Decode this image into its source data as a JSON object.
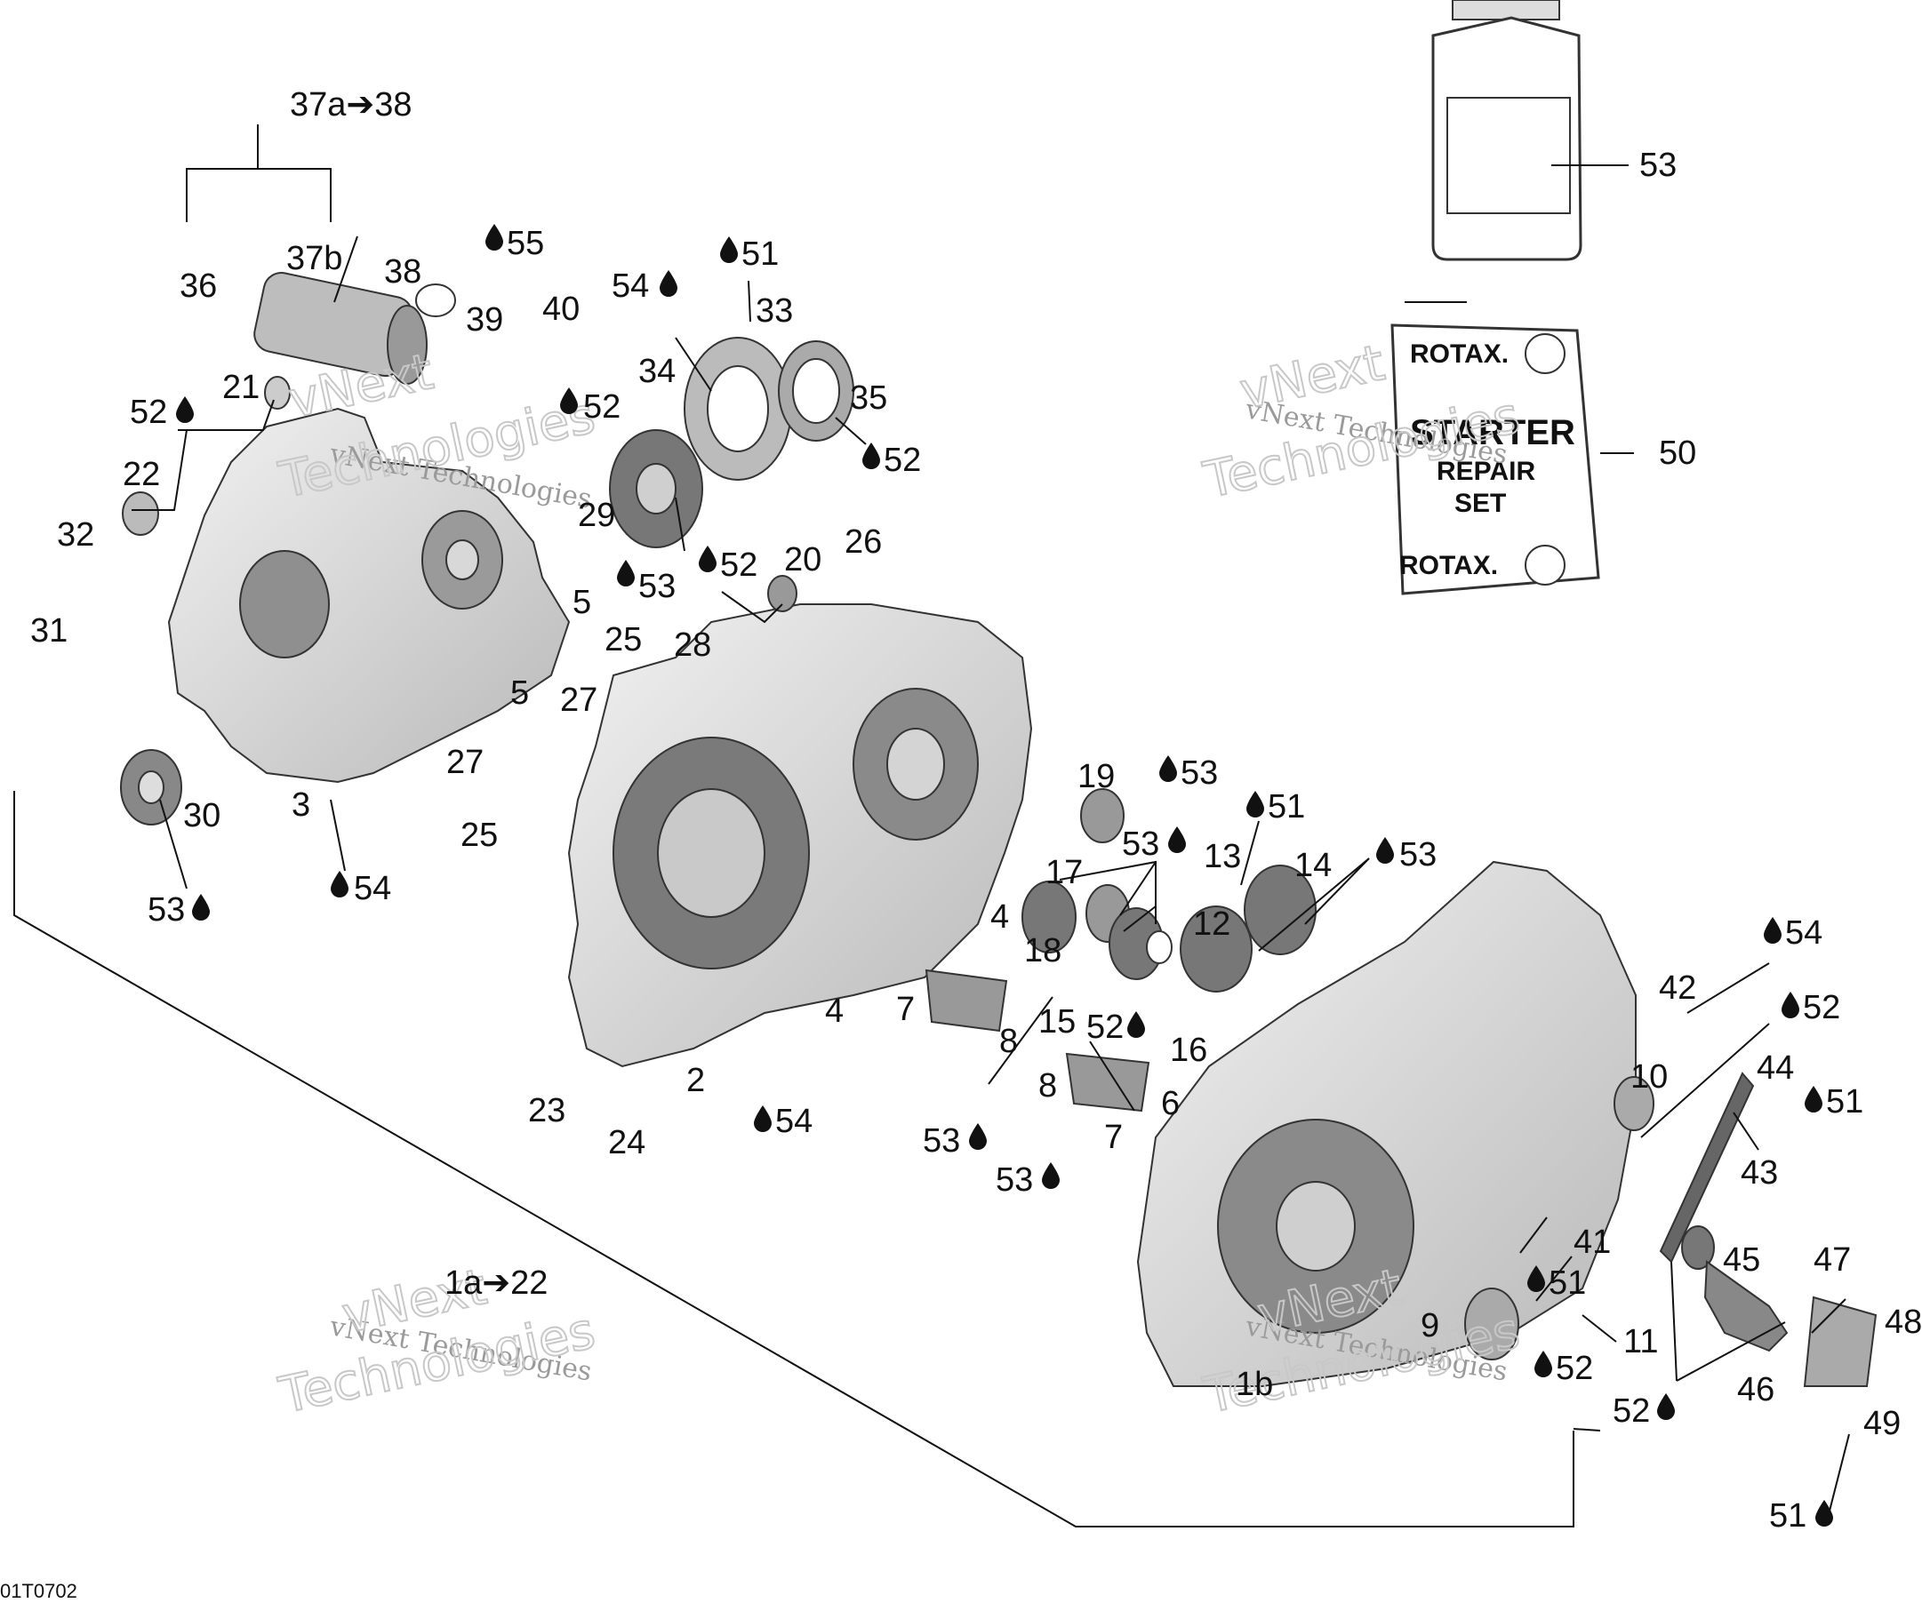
{
  "diagram_code": "01T0702",
  "watermark": {
    "line1": "vNext Technologies",
    "line2": "vNext",
    "line3": "Technologies"
  },
  "booklet": {
    "brand_top": "ROTAX.",
    "title1": "STARTER",
    "title2": "REPAIR",
    "title3": "SET",
    "brand_bottom": "ROTAX."
  },
  "labels": {
    "group_starter": "37a➔38",
    "group_case": "1a➔22",
    "l37b": "37b",
    "l38": "38",
    "l36": "36",
    "l39": "39",
    "l40": "40",
    "l55": "55",
    "l21": "21",
    "l52a": "52",
    "l22": "22",
    "l32": "32",
    "l31": "31",
    "l30": "30",
    "l53a": "53",
    "l3": "3",
    "l54a": "54",
    "l34": "34",
    "l54b": "54",
    "l51a": "51",
    "l33": "33",
    "l35": "35",
    "l52b": "52",
    "l52c": "52",
    "l29": "29",
    "l53b": "53",
    "l52d": "52",
    "l20": "20",
    "l26": "26",
    "l5a": "5",
    "l25a": "25",
    "l28": "28",
    "l5b": "5",
    "l27a": "27",
    "l27b": "27",
    "l25b": "25",
    "l53top": "53",
    "l50": "50",
    "l19": "19",
    "l53c": "53",
    "l51b": "51",
    "l53d": "53",
    "l13": "13",
    "l14": "14",
    "l53e": "53",
    "l17": "17",
    "l4a": "4",
    "l12": "12",
    "l18": "18",
    "l15": "15",
    "l52e": "52",
    "l16": "16",
    "l7a": "7",
    "l8a": "8",
    "l4b": "4",
    "l2": "2",
    "l54c": "54",
    "l23": "23",
    "l24": "24",
    "l8b": "8",
    "l7b": "7",
    "l53f": "53",
    "l53g": "53",
    "l6": "6",
    "l54d": "54",
    "l42": "42",
    "l52f": "52",
    "l10": "10",
    "l44": "44",
    "l51c": "51",
    "l43": "43",
    "l41": "41",
    "l51d": "51",
    "l45": "45",
    "l47": "47",
    "l48": "48",
    "l11": "11",
    "l9": "9",
    "l52g": "52",
    "l46": "46",
    "l52h": "52",
    "l49": "49",
    "l51e": "51",
    "l1b": "1b"
  }
}
